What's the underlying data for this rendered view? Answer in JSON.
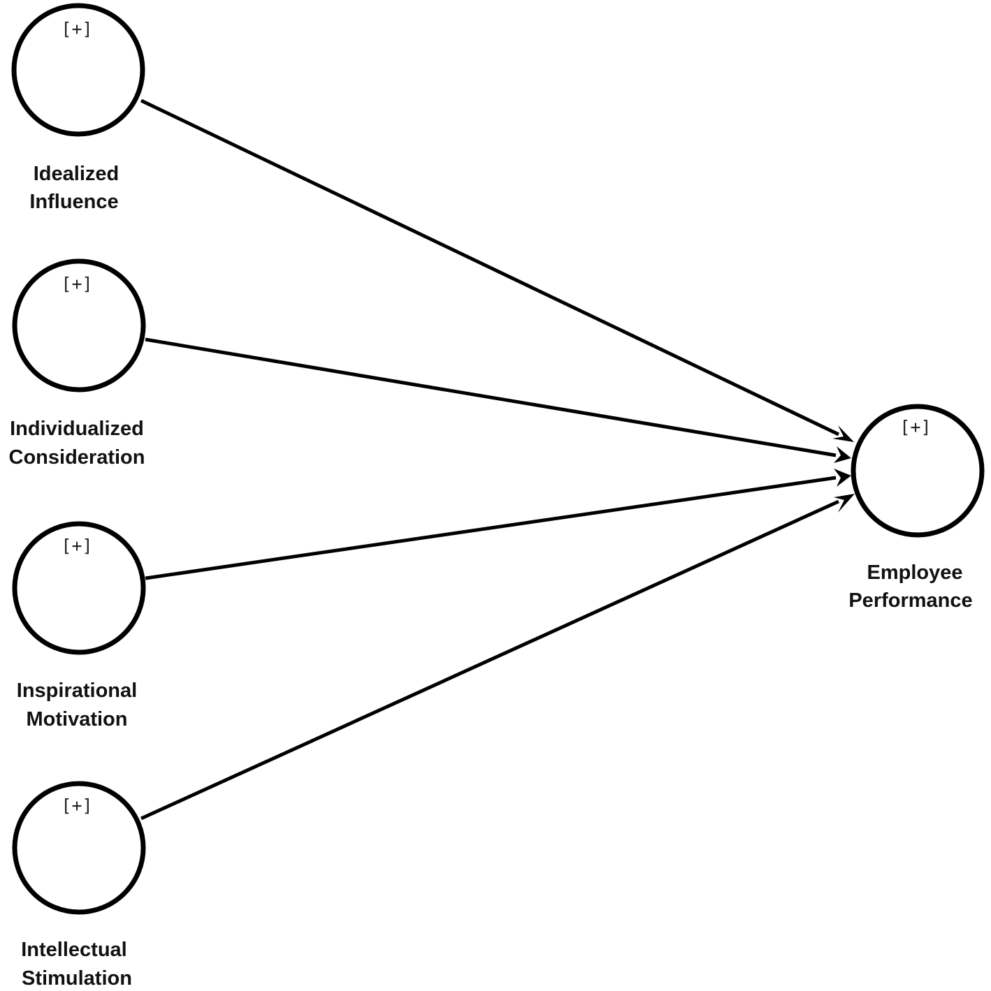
{
  "constructs": [
    {
      "id": "idealized-influence",
      "marker": "[+]",
      "label_lines": [
        "Idealized",
        "Influence"
      ]
    },
    {
      "id": "individualized-consideration",
      "marker": "[+]",
      "label_lines": [
        "Individualized",
        "Consideration"
      ]
    },
    {
      "id": "inspirational-motivation",
      "marker": "[+]",
      "label_lines": [
        "Inspirational",
        "Motivation"
      ]
    },
    {
      "id": "intellectual-stimulation",
      "marker": "[+]",
      "label_lines": [
        "Intellectual",
        "Stimulation"
      ]
    },
    {
      "id": "employee-performance",
      "marker": "[+]",
      "label_lines": [
        "Employee",
        "Performance"
      ]
    }
  ],
  "paths": [
    {
      "from": "idealized-influence",
      "to": "employee-performance"
    },
    {
      "from": "individualized-consideration",
      "to": "employee-performance"
    },
    {
      "from": "inspirational-motivation",
      "to": "employee-performance"
    },
    {
      "from": "intellectual-stimulation",
      "to": "employee-performance"
    }
  ],
  "colors": {
    "stroke": "#000000",
    "background": "#ffffff",
    "text": "#111111"
  }
}
